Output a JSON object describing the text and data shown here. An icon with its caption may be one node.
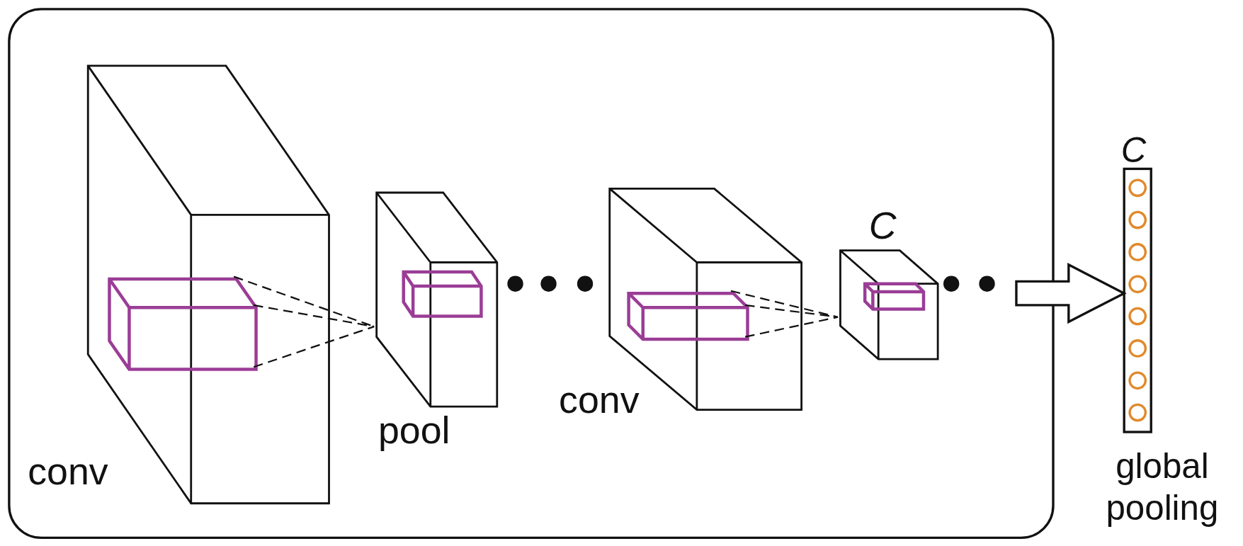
{
  "diagram": {
    "nodes": [
      {
        "text": [],
        "shape": "box"
      },
      {
        "text": [
          "conv"
        ],
        "in": 0
      },
      {
        "text": [],
        "shape": "box",
        "in": 1
      },
      {
        "text": [
          "pool"
        ],
        "in": 0
      },
      {
        "text": [],
        "shape": "box",
        "in": 3
      },
      {
        "text": [
          "conv"
        ],
        "in": 0
      },
      {
        "text": [],
        "shape": "box",
        "in": 5
      },
      {
        "text": [
          "C"
        ],
        "in": 0
      },
      {
        "text": [],
        "shape": "box",
        "in": 7
      },
      {
        "text": [
          "C",
          "global pooling"
        ]
      }
    ],
    "edges": [
      {
        "from": 2,
        "to": 3,
        "arrow": "none",
        "style": "dashed"
      },
      {
        "from": 6,
        "to": 7,
        "arrow": "none",
        "style": "dashed"
      },
      {
        "from": 0,
        "to": 9,
        "arrow": "to",
        "style": "thick"
      }
    ]
  }
}
